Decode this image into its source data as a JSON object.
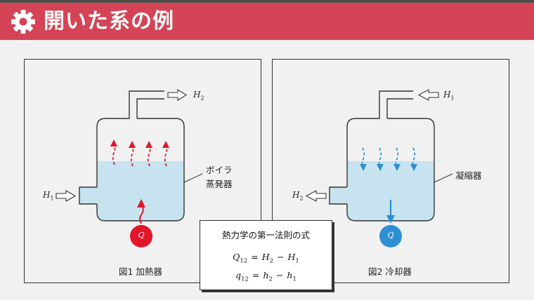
{
  "header": {
    "title": "開いた系の例",
    "color": "#d44456",
    "icon": "gear-icon"
  },
  "figure1": {
    "caption": "図1 加熱器",
    "label_line1": "ボイラ",
    "label_line2": "蒸発器",
    "inlet": "H",
    "inlet_sub": "1",
    "outlet": "H",
    "outlet_sub": "2",
    "heat": "Q",
    "heat_color": "#e2152a"
  },
  "figure2": {
    "caption": "図2 冷却器",
    "label": "凝縮器",
    "inlet": "H",
    "inlet_sub": "1",
    "outlet": "H",
    "outlet_sub": "2",
    "heat": "Q",
    "heat_color": "#2c8fd3"
  },
  "formula": {
    "title": "熱力学の第一法則の式",
    "eq1": {
      "lhs": "Q",
      "lhs_sub": "12",
      "a": "H",
      "a_sub": "2",
      "op": "−",
      "b": "H",
      "b_sub": "1"
    },
    "eq2": {
      "lhs": "q",
      "lhs_sub": "12",
      "a": "h",
      "a_sub": "2",
      "op": "−",
      "b": "h",
      "b_sub": "1"
    }
  }
}
